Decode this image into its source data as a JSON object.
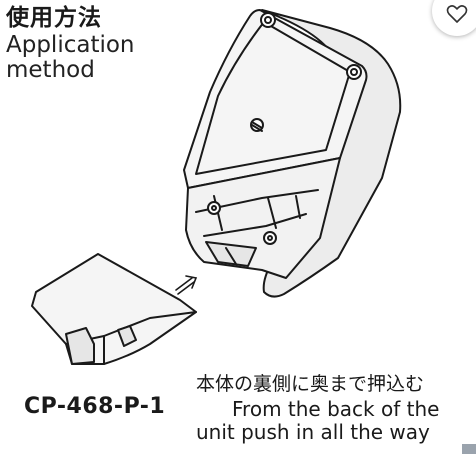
{
  "heading": {
    "ja": "使用方法",
    "en_line1": "Application",
    "en_line2": "method"
  },
  "part_number": "CP-468-P-1",
  "instructions": {
    "ja": "本体の裏側に奥まで押込む",
    "en_line1": "From the back of the",
    "en_line2": "unit push in all the way"
  },
  "icons": {
    "favorite": "heart-icon",
    "arrow": "double-arrow-icon",
    "corner": "expand-corner-icon"
  },
  "colors": {
    "line": "#1a1a1a",
    "body_fill": "#f2f2f2",
    "shadow_fill": "#d9d9d9"
  }
}
